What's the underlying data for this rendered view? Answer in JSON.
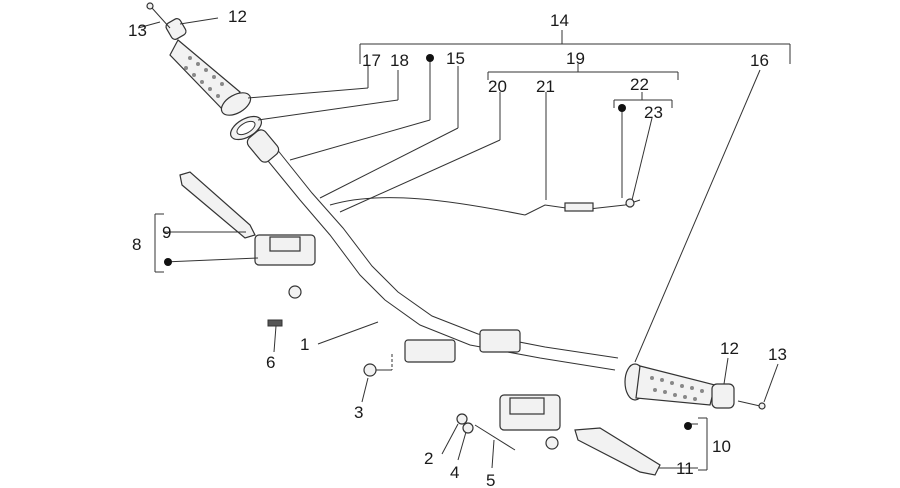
{
  "callouts": {
    "c1": "1",
    "c2": "2",
    "c3": "3",
    "c4": "4",
    "c5": "5",
    "c6": "6",
    "c8": "8",
    "c9": "9",
    "c10": "10",
    "c11": "11",
    "c12a": "12",
    "c12b": "12",
    "c13a": "13",
    "c13b": "13",
    "c14": "14",
    "c15": "15",
    "c16": "16",
    "c17": "17",
    "c18": "18",
    "c19": "19",
    "c20": "20",
    "c21": "21",
    "c22": "22",
    "c23": "23"
  },
  "colors": {
    "line": "#333333",
    "part_fill": "#f2f2f2",
    "label": "#1a1a1a"
  }
}
